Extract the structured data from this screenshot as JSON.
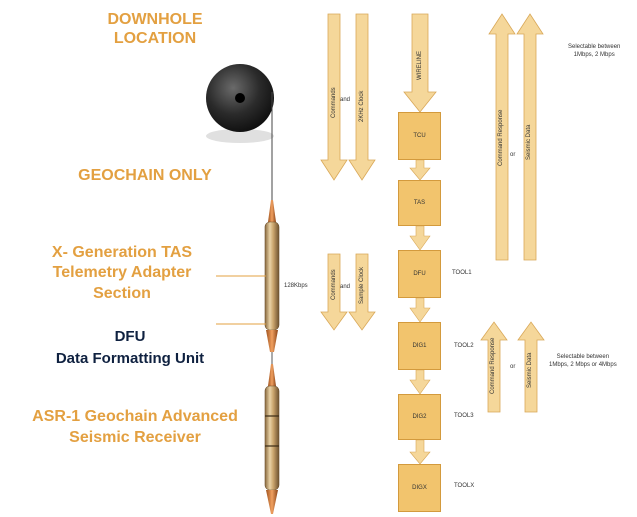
{
  "labels": {
    "downhole_location": [
      "DOWNHOLE",
      "LOCATION"
    ],
    "geochain_only": "GEOCHAIN ONLY",
    "tas_section": [
      "X- Generation TAS",
      "Telemetry Adapter",
      "Section"
    ],
    "dfu": [
      "DFU",
      "Data Formatting Unit"
    ],
    "asr": [
      "ASR-1 Geochain Advanced",
      "Seismic Receiver"
    ]
  },
  "rate_label": "128Kbps",
  "downlink_top": {
    "commands": "Commands",
    "and": "and",
    "clock": "2KHz Clock"
  },
  "downlink_mid": {
    "commands": "Commands",
    "and": "and",
    "clock": "Sample Clock"
  },
  "wireline": "WIRELINE",
  "boxes": [
    "TCU",
    "TAS",
    "DFU",
    "DIG1",
    "DIG2",
    "DIGX"
  ],
  "tool_labels": [
    "TOOL1",
    "TOOL2",
    "TOOL3",
    "TOOLX"
  ],
  "uplink_top": {
    "response": "Command Response",
    "or": "or",
    "data": "Seismic Data"
  },
  "uplink_bottom": {
    "response": "Command Response",
    "or": "or",
    "data": "Seismic Data"
  },
  "notes": {
    "top": [
      "Selectable between",
      "1Mbps, 2 Mbps"
    ],
    "bottom": [
      "Selectable between",
      "1Mbps, 2 Mbps or 4Mbps"
    ]
  },
  "colors": {
    "accent_orange": "#E3A041",
    "navy": "#0F2140",
    "box_fill": "#F2C46D",
    "arrow_fill": "#F5D79A",
    "arrow_stroke": "#D9A858"
  }
}
